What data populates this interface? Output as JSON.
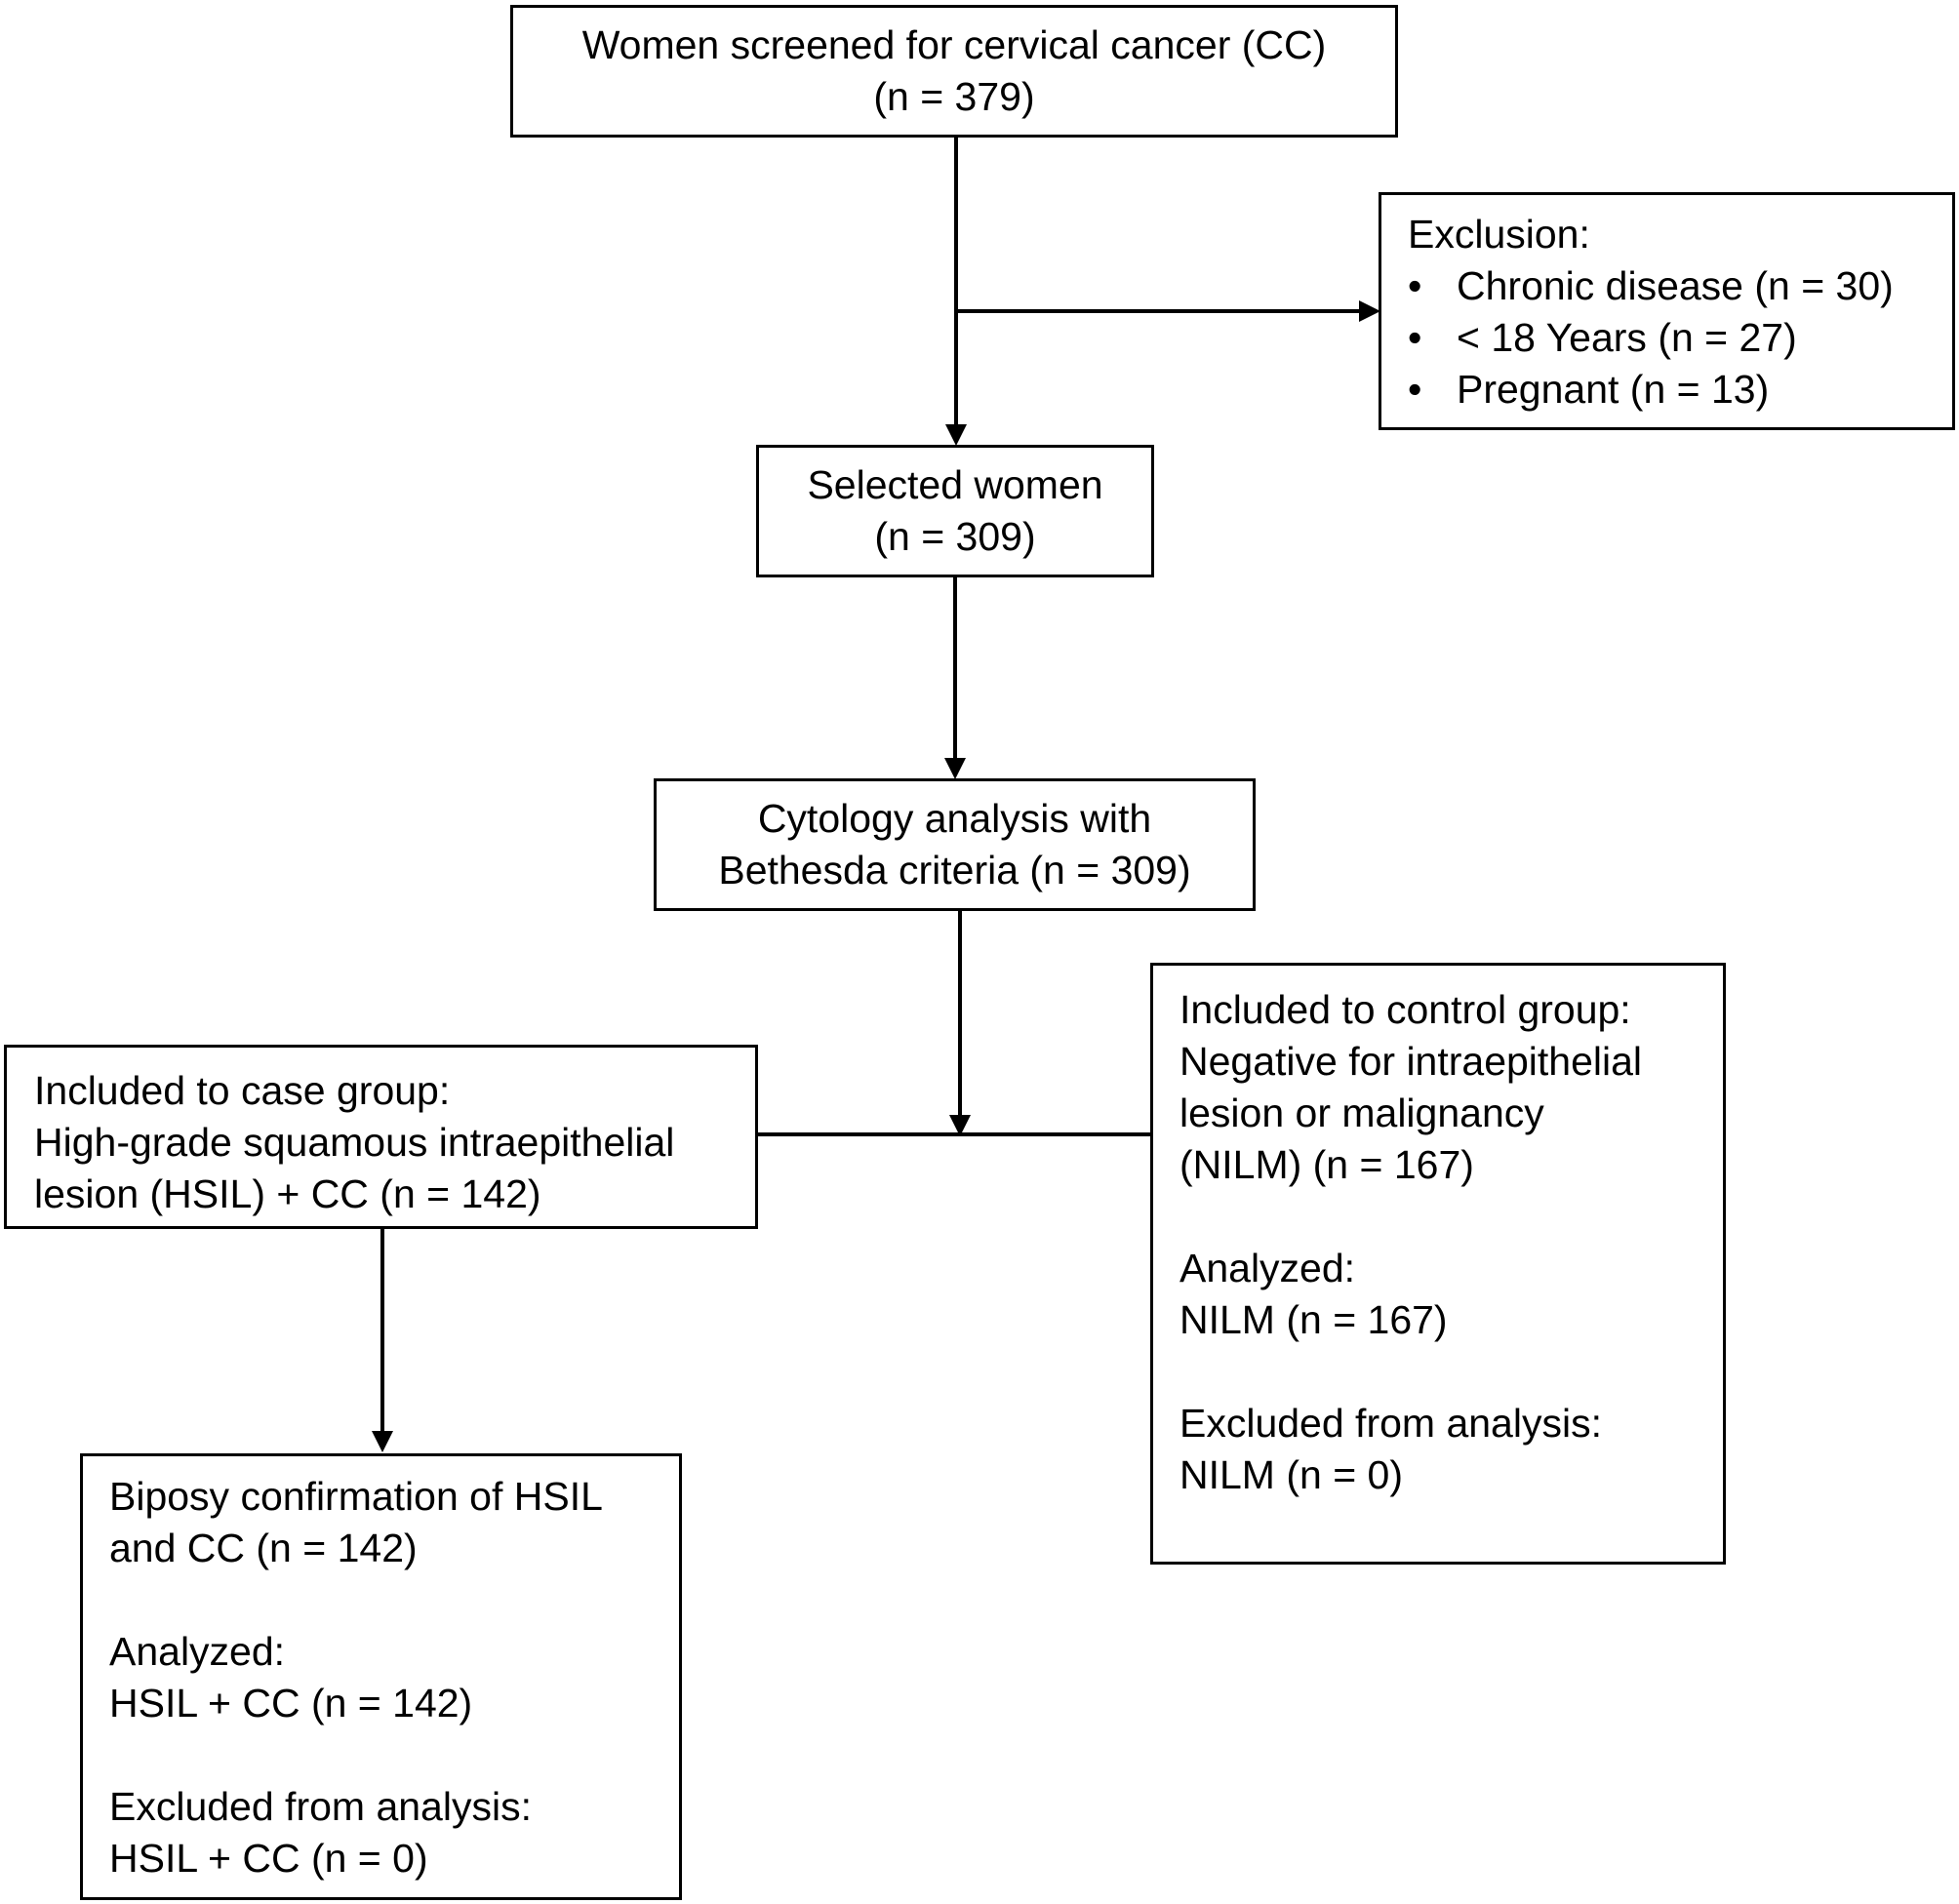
{
  "nodes": {
    "screened": {
      "lines": [
        "Women screened for cervical cancer (CC)",
        "(n = 379)"
      ]
    },
    "exclusion": {
      "title": "Exclusion:",
      "items": [
        "Chronic disease (n = 30)",
        "< 18 Years (n = 27)",
        "Pregnant (n = 13)"
      ],
      "bullet": "•"
    },
    "selected": {
      "lines": [
        "Selected women",
        "(n = 309)"
      ]
    },
    "cytology": {
      "lines": [
        "Cytology analysis with",
        "Bethesda criteria (n = 309)"
      ]
    },
    "case_group": {
      "lines": [
        "Included to case group:",
        "High-grade squamous intraepithelial",
        "lesion (HSIL) + CC (n = 142)"
      ]
    },
    "control_group": {
      "lines": [
        "Included to control group:",
        "Negative for intraepithelial",
        "lesion or malignancy",
        "(NILM) (n = 167)"
      ],
      "analyzed_title": "Analyzed:",
      "analyzed_value": "NILM (n = 167)",
      "excluded_title": "Excluded from analysis:",
      "excluded_value": "NILM (n = 0)"
    },
    "biopsy": {
      "lines": [
        "Biposy confirmation of HSIL",
        "and CC (n = 142)"
      ],
      "analyzed_title": "Analyzed:",
      "analyzed_value": "HSIL + CC (n = 142)",
      "excluded_title": "Excluded from analysis:",
      "excluded_value": "HSIL + CC (n = 0)"
    }
  },
  "edges": [
    {
      "from": "screened",
      "to": "selected",
      "type": "arrow"
    },
    {
      "from": "screened",
      "to": "exclusion",
      "type": "arrow"
    },
    {
      "from": "selected",
      "to": "cytology",
      "type": "arrow"
    },
    {
      "from": "cytology",
      "to": "case_group",
      "type": "line"
    },
    {
      "from": "cytology",
      "to": "control_group",
      "type": "line"
    },
    {
      "from": "case_group",
      "to": "biopsy",
      "type": "arrow"
    }
  ]
}
